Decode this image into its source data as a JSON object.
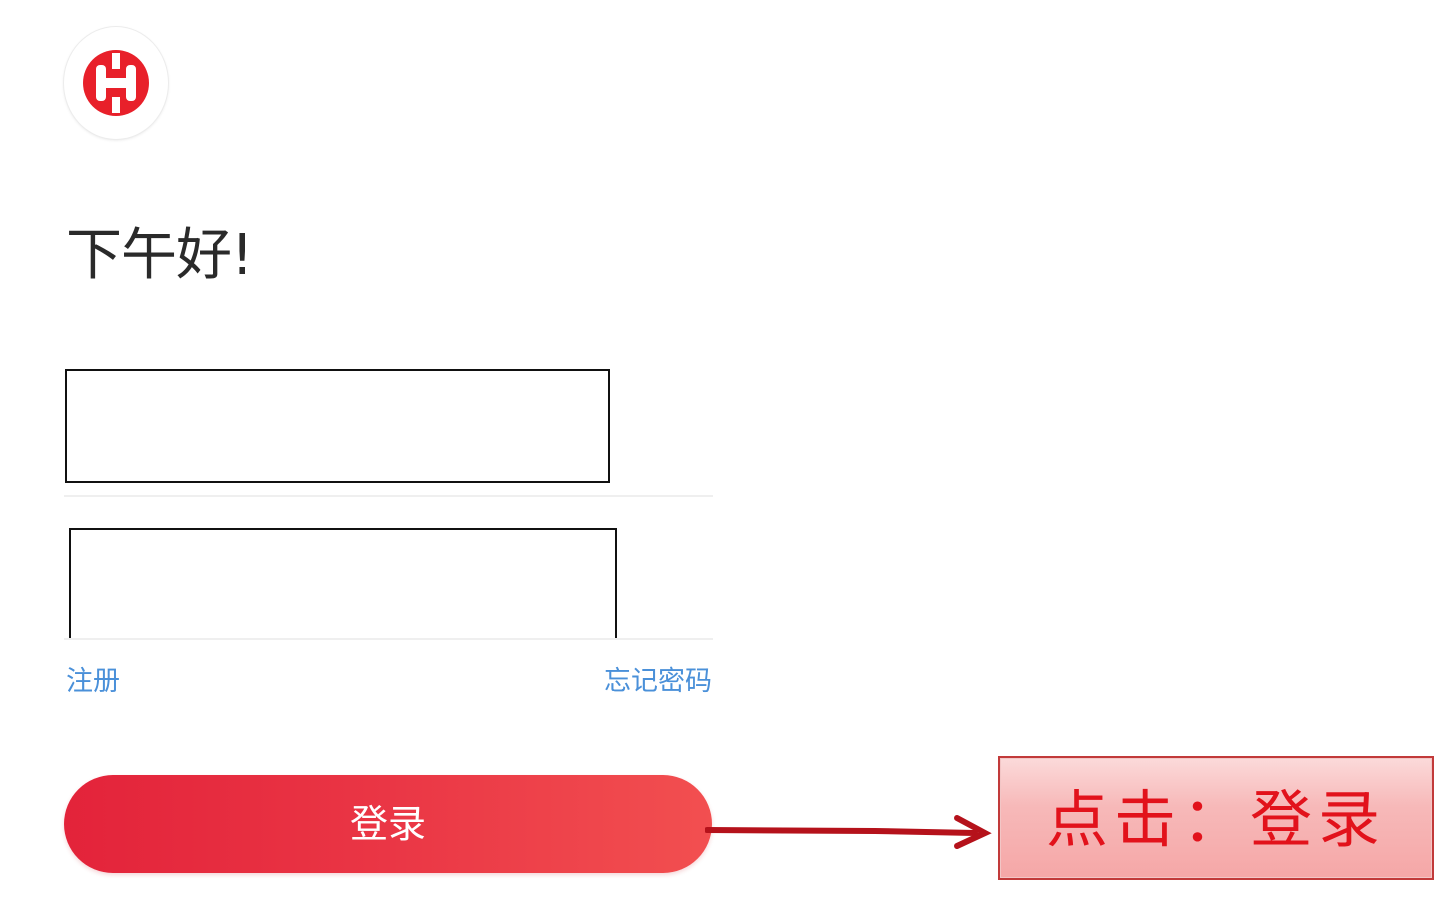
{
  "app": {
    "logo_icon": "brand-logo-icon",
    "brand_color": "#e8202a"
  },
  "greeting": "下午好!",
  "form": {
    "username_value": "",
    "password_value": ""
  },
  "links": {
    "register_label": "注册",
    "forgot_label": "忘记密码",
    "link_color": "#4a90d9"
  },
  "login_button": {
    "label": "登录",
    "gradient_start": "#e3233a",
    "gradient_end": "#f24f50"
  },
  "annotation": {
    "label": "点击：登录",
    "arrow_icon": "arrow-right-icon",
    "color": "#c0161e"
  }
}
